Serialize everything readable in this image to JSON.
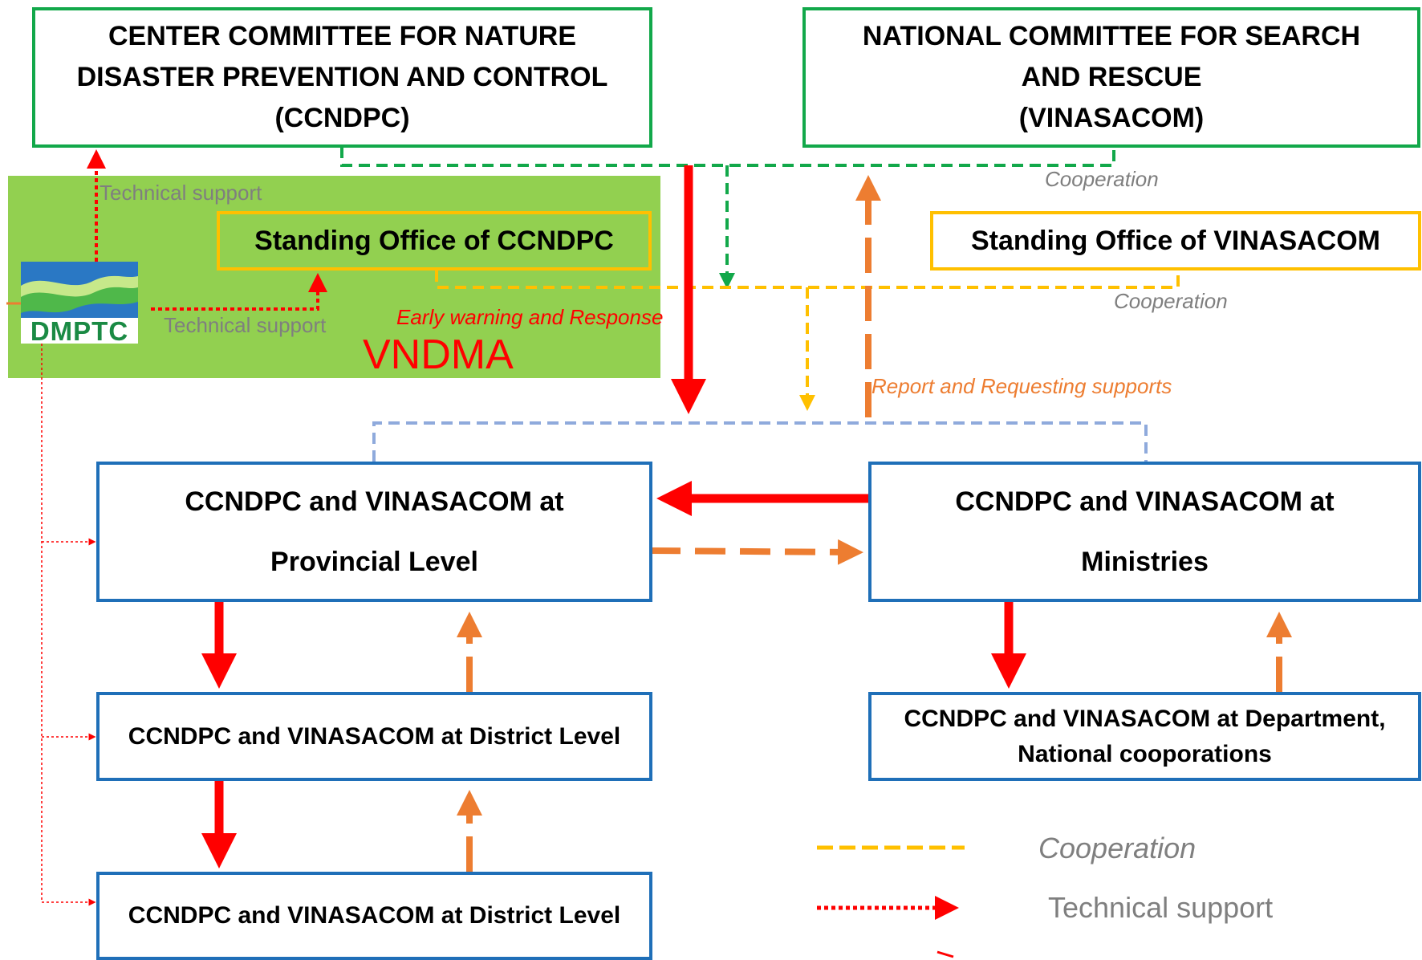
{
  "boxes": {
    "ccndpc": [
      "CENTER COMMITTEE FOR NATURE",
      "DISASTER PREVENTION AND CONTROL",
      "(CCNDPC)"
    ],
    "vinasacom": [
      "NATIONAL COMMITTEE FOR SEARCH",
      "AND RESCUE",
      "(VINASACOM)"
    ],
    "standing_ccndpc": "Standing Office of CCNDPC",
    "standing_vinasacom": "Standing Office of VINASACOM",
    "provincial": [
      "CCNDPC and VINASACOM at",
      "Provincial Level"
    ],
    "ministries": [
      "CCNDPC and VINASACOM at",
      "Ministries"
    ],
    "district_1": "CCNDPC and VINASACOM at District Level",
    "district_2": "CCNDPC and VINASACOM at District Level",
    "department": [
      "CCNDPC and VINASACOM at Department,",
      "National cooporations"
    ]
  },
  "vndma": {
    "label": "VNDMA",
    "logo_text": "DMPTC",
    "tech_support_top": "Technical support",
    "tech_support_mid": "Technical support"
  },
  "labels": {
    "cooperation_top": "Cooperation",
    "cooperation_mid": "Cooperation",
    "early_warning": "Early warning and Response",
    "report": "Report and Requesting supports"
  },
  "legend": {
    "cooperation": "Cooperation",
    "technical_support": "Technical support"
  },
  "colors": {
    "green": "#12a84a",
    "yellow": "#ffc000",
    "blue": "#1f6fb8",
    "red": "#ff0000",
    "orange": "#ed7d31",
    "light_blue": "#8faadc",
    "vndma_green": "#92d050",
    "gray_text": "#7f7f7f"
  }
}
